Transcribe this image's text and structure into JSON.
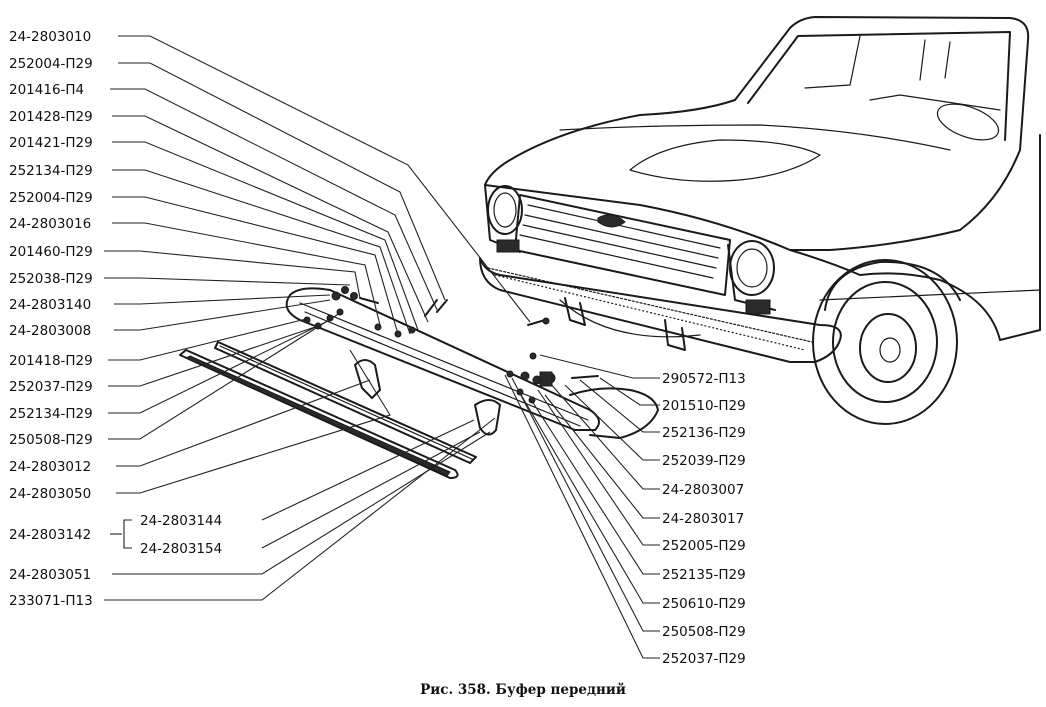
{
  "caption": "Рис. 358. Буфер передний",
  "labels_left": [
    "24-2803010",
    "252004-П29",
    "201416-П4",
    "201428-П29",
    "201421-П29",
    "252134-П29",
    "252004-П29",
    "24-2803016",
    "201460-П29",
    "252038-П29",
    "24-2803140",
    "24-2803008",
    "201418-П29",
    "252037-П29",
    "252134-П29",
    "250508-П29",
    "24-2803012",
    "24-2803050"
  ],
  "group": {
    "label": "24-2803142",
    "items": [
      "24-2803144",
      "24-2803154"
    ]
  },
  "labels_left_bottom": [
    "24-2803051",
    "233071-П13"
  ],
  "labels_right": [
    "290572-П13",
    "201510-П29",
    "252136-П29",
    "252039-П29",
    "24-2803007",
    "24-2803017",
    "252005-П29",
    "252135-П29",
    "250610-П29",
    "250508-П29",
    "252037-П29"
  ]
}
